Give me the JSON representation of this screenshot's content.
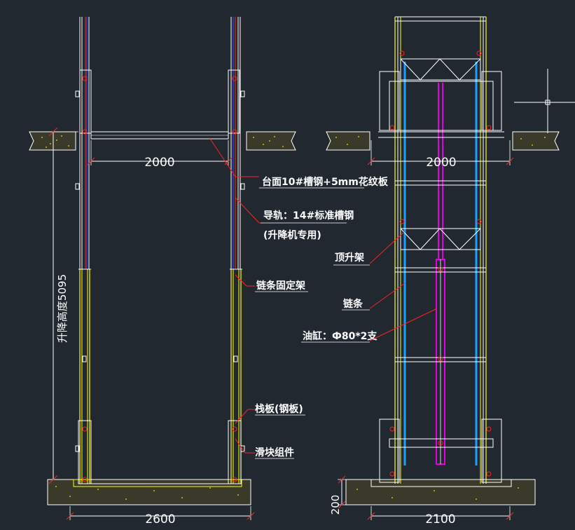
{
  "colors": {
    "background": "#212830",
    "yellow": "#ffff00",
    "white": "#ffffff",
    "red": "#ff2020",
    "cyan": "#1aa0ff",
    "magenta": "#e000e0",
    "blue": "#3050ff",
    "ground": "#3a3a2a"
  },
  "dimensions": {
    "left_span": "2000",
    "right_span": "2000",
    "base_width_left": "2600",
    "base_width_right": "2100",
    "lift_height": "升降高度5095",
    "pit_depth": "200"
  },
  "annotations": {
    "platform": "台面10#槽钢+5mm花纹板",
    "guide_rail": "导轨：14#标准槽钢",
    "guide_rail_note": "(升降机专用)",
    "chain_fixture": "链条固定架",
    "plank": "栈板(钢板)",
    "slider": "滑块组件",
    "top_frame": "顶升架",
    "chain": "链条",
    "cylinder": "油缸：Ф80*2支"
  }
}
